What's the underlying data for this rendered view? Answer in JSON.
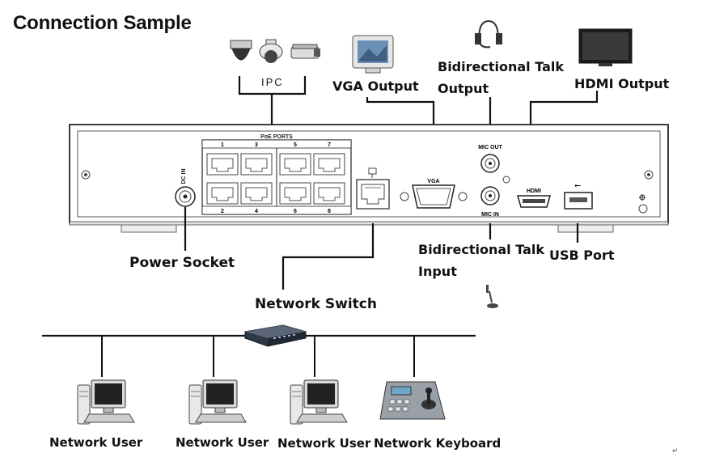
{
  "title": "Connection Sample",
  "labels": {
    "ipc": "IPC",
    "vga_output": "VGA Output",
    "talk_output_line1": "Bidirectional Talk",
    "talk_output_line2": "Output",
    "hdmi_output": "HDMI Output",
    "power_socket": "Power Socket",
    "network_switch": "Network Switch",
    "talk_input_line1": "Bidirectional Talk",
    "talk_input_line2": "Input",
    "usb_port": "USB Port",
    "network_user_1": "Network User",
    "network_user_2": "Network User",
    "network_user_3": "Network User",
    "network_keyboard": "Network Keyboard"
  },
  "panel": {
    "poe_ports": "PoE PORTS",
    "port_top": [
      "1",
      "3",
      "5",
      "7"
    ],
    "port_bottom": [
      "2",
      "4",
      "6",
      "8"
    ],
    "dc_in": "DC IN",
    "vga": "VGA",
    "mic_out": "MIC OUT",
    "mic_in": "MIC IN",
    "hdmi": "HDMI"
  },
  "colors": {
    "line": "#111111",
    "device_outline": "#333333",
    "device_fill": "#f4f4f4"
  },
  "icons": [
    "dome-camera-icon",
    "speed-dome-camera-icon",
    "bullet-camera-icon",
    "crt-monitor-icon",
    "headset-icon",
    "flat-tv-icon",
    "desk-microphone-icon",
    "network-switch-icon",
    "desktop-computer-icon",
    "ptz-keyboard-icon"
  ]
}
